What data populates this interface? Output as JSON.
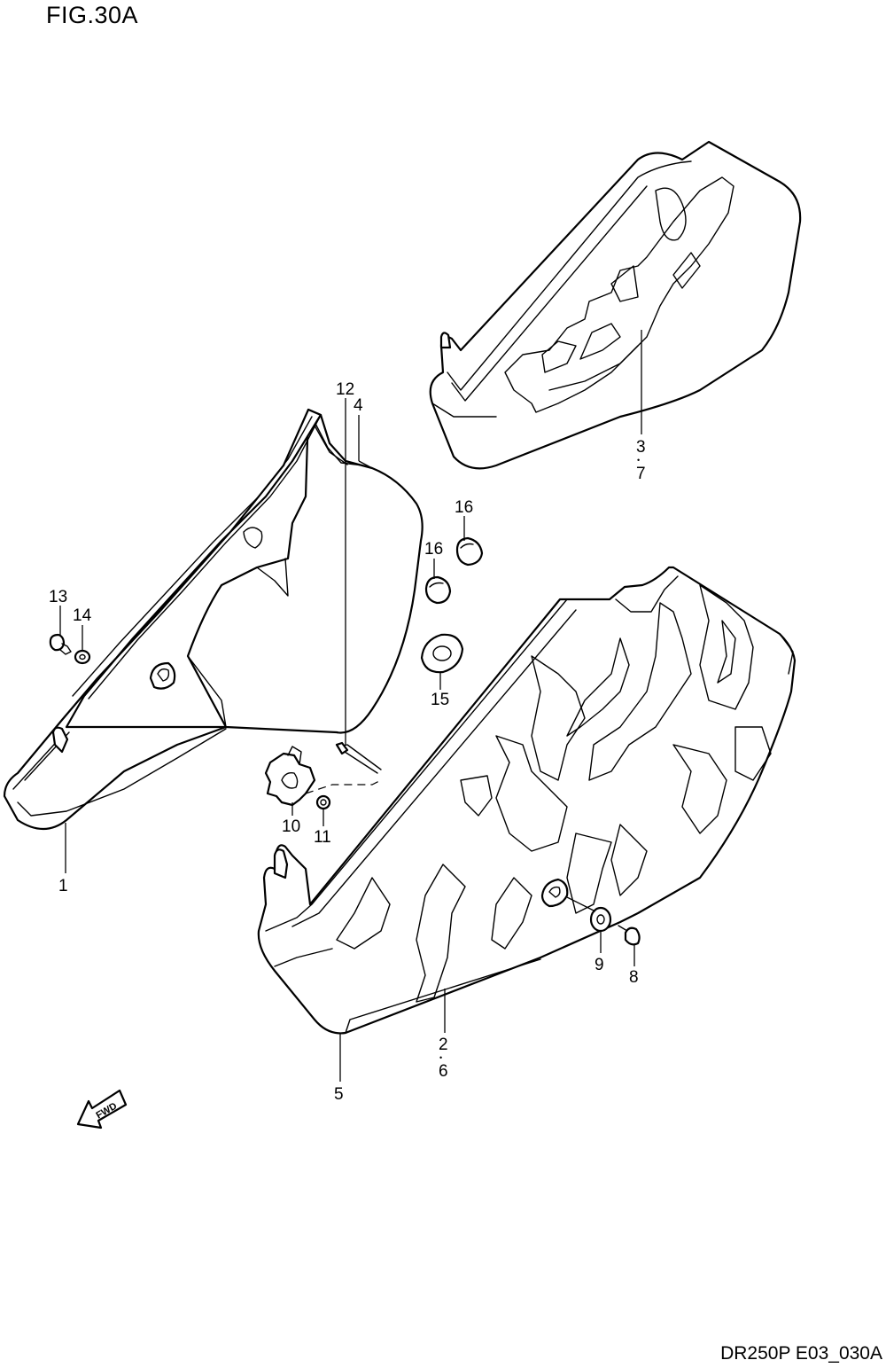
{
  "figure": {
    "title": "FIG.30A",
    "code": "DR250P E03_030A"
  },
  "callouts": {
    "c1": "1",
    "c2": "2",
    "c3": "3",
    "c4": "4",
    "c5": "5",
    "c6": "6",
    "c7": "7",
    "c8": "8",
    "c9": "9",
    "c10": "10",
    "c11": "11",
    "c12": "12",
    "c13": "13",
    "c14": "14",
    "c15": "15",
    "c16a": "16",
    "c16b": "16",
    "dot": "•"
  },
  "fwd_arrow": {
    "label": "FWD",
    "icon": "fwd-arrow-icon"
  }
}
